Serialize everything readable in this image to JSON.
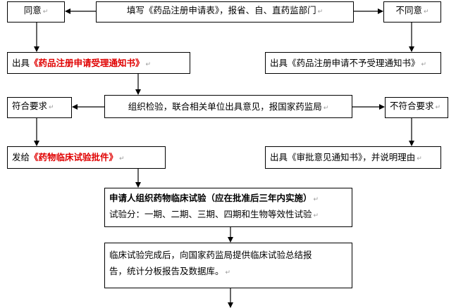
{
  "nodes": {
    "submit": {
      "text": "填写《药品注册申请表》，报省、自、直药监部门"
    },
    "agree": {
      "text": "同意"
    },
    "disagree": {
      "text": "不同意"
    },
    "accept_notice": {
      "prefix": "出具",
      "highlight": "《药品注册申请受理通知书》"
    },
    "reject_notice": {
      "text": "出具《药品注册申请不予受理通知书》"
    },
    "inspect": {
      "text": "组织检验，联合相关单位出具意见，报国家药监局"
    },
    "meets": {
      "text": "符合要求"
    },
    "not_meets": {
      "text": "不符合要求"
    },
    "approval_issue": {
      "prefix": "发给",
      "highlight": "《药物临床试验批件》"
    },
    "opinion_notice": {
      "text": "出具《审批意见通知书》，并说明理由"
    },
    "trial": {
      "title": "申请人组织药物临床试验（应在批准后三年内实施）",
      "detail": "试验分：一期、二期、三期、四期和生物等效性试验"
    },
    "summary": {
      "line1": "临床试验完成后，向国家药监局提供临床试验总结报",
      "line2": "告，统计分板报告及数据库。"
    }
  },
  "return_mark": "↵",
  "colors": {
    "highlight": "#e00000",
    "line": "#000000",
    "mark": "#9a9a9a"
  }
}
